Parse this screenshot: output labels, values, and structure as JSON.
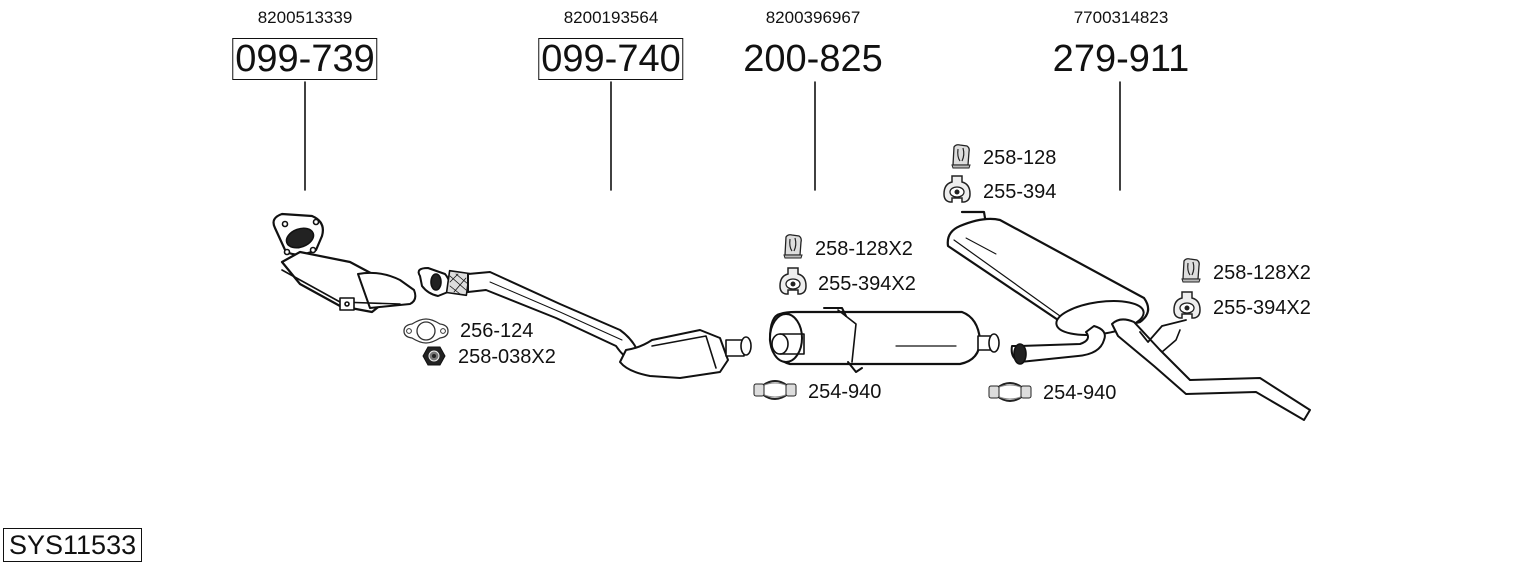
{
  "system": {
    "code": "SYS11533"
  },
  "parts": [
    {
      "oe_number": "8200513339",
      "part_number": "099-739",
      "boxed": true,
      "description": "catalytic converter (front)"
    },
    {
      "oe_number": "8200193564",
      "part_number": "099-740",
      "boxed": true,
      "description": "front pipe with catalytic converter"
    },
    {
      "oe_number": "8200396967",
      "part_number": "200-825",
      "boxed": false,
      "description": "middle silencer"
    },
    {
      "oe_number": "7700314823",
      "part_number": "279-911",
      "boxed": false,
      "description": "rear silencer"
    }
  ],
  "accessories": [
    {
      "code": "256-124",
      "icon": "gasket-icon"
    },
    {
      "code": "258-038X2",
      "icon": "nut-icon"
    },
    {
      "code": "258-128X2",
      "icon": "clip-icon"
    },
    {
      "code": "255-394X2",
      "icon": "rubber-hanger-icon"
    },
    {
      "code": "254-940",
      "icon": "clamp-icon"
    },
    {
      "code": "258-128",
      "icon": "clip-icon"
    },
    {
      "code": "255-394",
      "icon": "rubber-hanger-icon"
    },
    {
      "code": "254-940",
      "icon": "clamp-icon"
    },
    {
      "code": "258-128X2",
      "icon": "clip-icon"
    },
    {
      "code": "255-394X2",
      "icon": "rubber-hanger-icon"
    }
  ]
}
